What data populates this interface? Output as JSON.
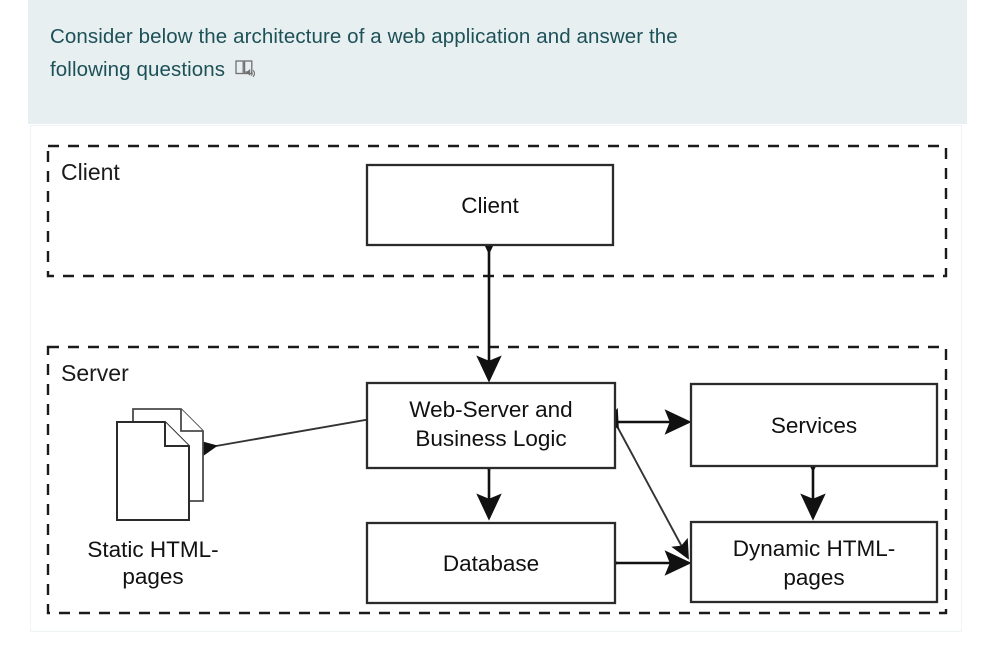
{
  "question": {
    "text_line1": "Consider below the architecture of a web application and answer the",
    "text_line2": "following questions",
    "read_aloud_icon": "read-aloud-icon",
    "panel_color": "#e8eff1",
    "text_color": "#1d5158"
  },
  "diagram": {
    "title": "Web application architecture",
    "zones": [
      {
        "id": "client",
        "label": "Client"
      },
      {
        "id": "server",
        "label": "Server"
      }
    ],
    "nodes": [
      {
        "id": "client-box",
        "label": "Client",
        "shape": "rect"
      },
      {
        "id": "web-server",
        "label": "Web-Server and\nBusiness Logic",
        "shape": "rect",
        "label_line1": "Web-Server and",
        "label_line2": "Business Logic"
      },
      {
        "id": "database",
        "label": "Database",
        "shape": "rect"
      },
      {
        "id": "services",
        "label": "Services",
        "shape": "rect"
      },
      {
        "id": "dynamic-html",
        "label": "Dynamic HTML-\npages",
        "shape": "rect",
        "label_line1": "Dynamic HTML-",
        "label_line2": "pages"
      },
      {
        "id": "static-html",
        "label": "Static HTML-\npages",
        "shape": "documents",
        "label_line1": "Static HTML-",
        "label_line2": "pages"
      }
    ],
    "connections": [
      {
        "from": "client-box",
        "to": "web-server",
        "arrow": "double",
        "orientation": "vertical"
      },
      {
        "from": "static-html",
        "to": "web-server",
        "arrow": "double",
        "orientation": "diagonal"
      },
      {
        "from": "web-server",
        "to": "services",
        "arrow": "double",
        "orientation": "horizontal"
      },
      {
        "from": "web-server",
        "to": "database",
        "arrow": "double",
        "orientation": "vertical"
      },
      {
        "from": "web-server",
        "to": "dynamic-html",
        "arrow": "double",
        "orientation": "diagonal"
      },
      {
        "from": "services",
        "to": "dynamic-html",
        "arrow": "double",
        "orientation": "vertical"
      },
      {
        "from": "database",
        "to": "dynamic-html",
        "arrow": "double",
        "orientation": "horizontal"
      }
    ],
    "colors": {
      "box_stroke": "#2b2b2b",
      "zone_stroke": "#1a1a1a",
      "arrow": "#111111",
      "background": "#ffffff"
    }
  }
}
